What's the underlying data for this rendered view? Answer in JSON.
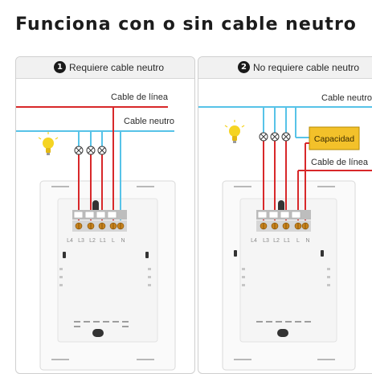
{
  "title": "Funciona con o sin cable neutro",
  "panels": [
    {
      "number": "1",
      "header": "Requiere cable neutro",
      "line_label": "Cable de línea",
      "neutral_label": "Cable neutro",
      "terminals": [
        "L4",
        "L3",
        "L2",
        "L1",
        "L",
        "N"
      ]
    },
    {
      "number": "2",
      "header": "No requiere cable neutro",
      "neutral_label": "Cable neutro",
      "capacitor_label": "Capacidad",
      "line_label": "Cable de línea",
      "terminals": [
        "L4",
        "L3",
        "L2",
        "L1",
        "L",
        "N"
      ]
    }
  ],
  "colors": {
    "line_wire": "#d8282a",
    "neutral_wire": "#57c3e8",
    "capacitor_fill": "#f3c12a",
    "capacitor_border": "#b58a00",
    "bulb": "#f5d422"
  },
  "icons": [
    "bulb-icon",
    "lamp-x-icon",
    "screw-terminal-icon"
  ]
}
